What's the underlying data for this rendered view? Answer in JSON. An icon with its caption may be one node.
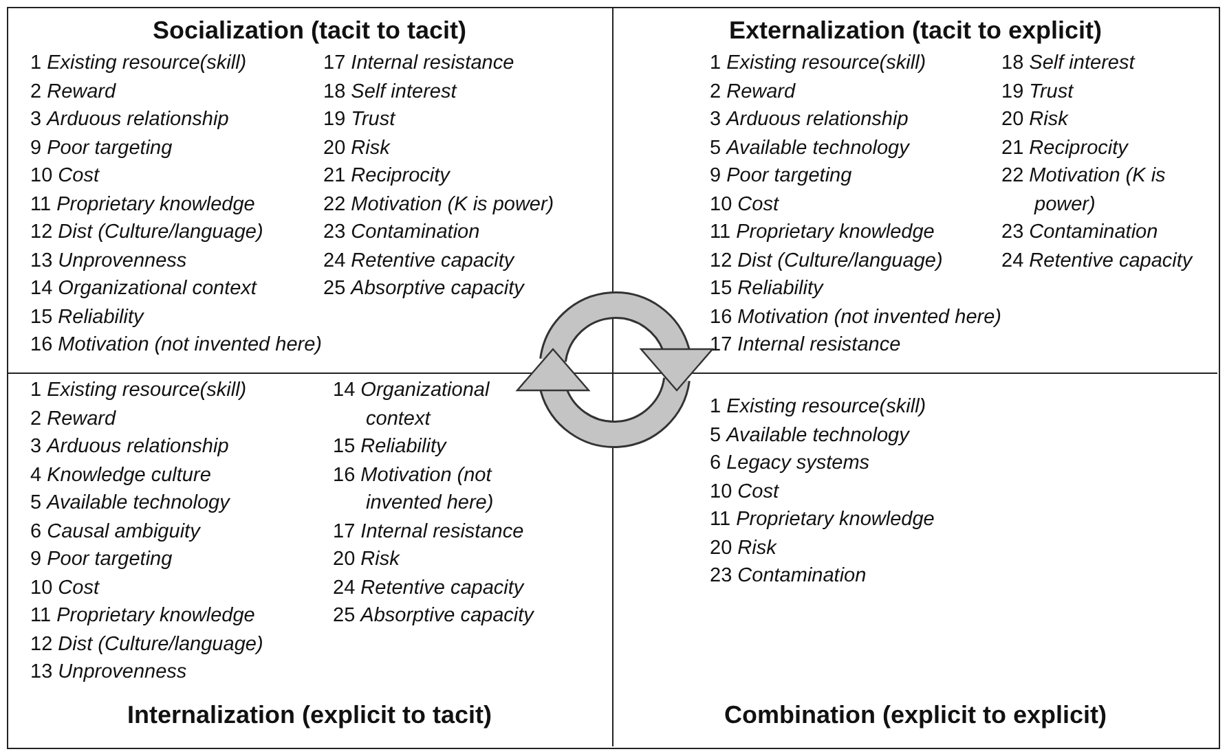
{
  "diagram": {
    "nodes": [
      {
        "text": [
          "Socialization (tacit to tacit)",
          "1 *Existing resource(skill)*",
          "2 *Reward*",
          "3 *Arduous relationship*",
          "9 *Poor targeting*",
          "10 *Cost*",
          "11 *Proprietary knowledge*",
          "12 *Dist (Culture/language)*",
          "13 *Unprovenness*",
          "14 *Organizational context*",
          "15 *Reliability*",
          "16 *Motivation (not invented here)*",
          "17 *Internal resistance*",
          "18 *Self interest*",
          "19 *Trust*",
          "20 *Risk*",
          "21 *Reciprocity*",
          "22 *Motivation (K is power)*",
          "23 *Contamination*",
          "24 *Retentive capacity*",
          "25 *Absorptive capacity*"
        ]
      },
      {
        "text": [
          "Externalization (tacit to explicit)",
          "1 *Existing resource(skill)*",
          "2 *Reward*",
          "3 *Arduous relationship*",
          "5 *Available technology*",
          "9 *Poor targeting*",
          "10 *Cost*",
          "11 *Proprietary knowledge*",
          "12 *Dist (Culture/language)*",
          "15 *Reliability*",
          "16 *Motivation (not invented here)*",
          "17 *Internal resistance*",
          "18 *Self interest*",
          "19 *Trust*",
          "20 *Risk*",
          "21 *Reciprocity*",
          "22 *Motivation (K is power)*",
          "23 *Contamination*",
          "24 *Retentive capacity*"
        ]
      },
      {
        "text": [
          "Internalization (explicit to tacit)",
          "1 *Existing resource(skill)*",
          "2 *Reward*",
          "3 *Arduous relationship*",
          "4 *Knowledge culture*",
          "5 *Available technology*",
          "6 *Causal ambiguity*",
          "9 *Poor targeting*",
          "10 *Cost*",
          "11 *Proprietary knowledge*",
          "12 *Dist (Culture/language)*",
          "13 *Unprovenness*",
          "14 *Organizational context*",
          "15 *Reliability*",
          "16 *Motivation (not invented here)*",
          "17 *Internal resistance*",
          "20 *Risk*",
          "24 *Retentive capacity*",
          "25 *Absorptive capacity*"
        ]
      },
      {
        "text": [
          "Combination (explicit to explicit)",
          "1 *Existing resource(skill)*",
          "5 *Available technology*",
          "6 *Legacy systems*",
          "10 *Cost*",
          "11 *Proprietary knowledge*",
          "20 *Risk*",
          "23 *Contamination*"
        ]
      }
    ]
  }
}
